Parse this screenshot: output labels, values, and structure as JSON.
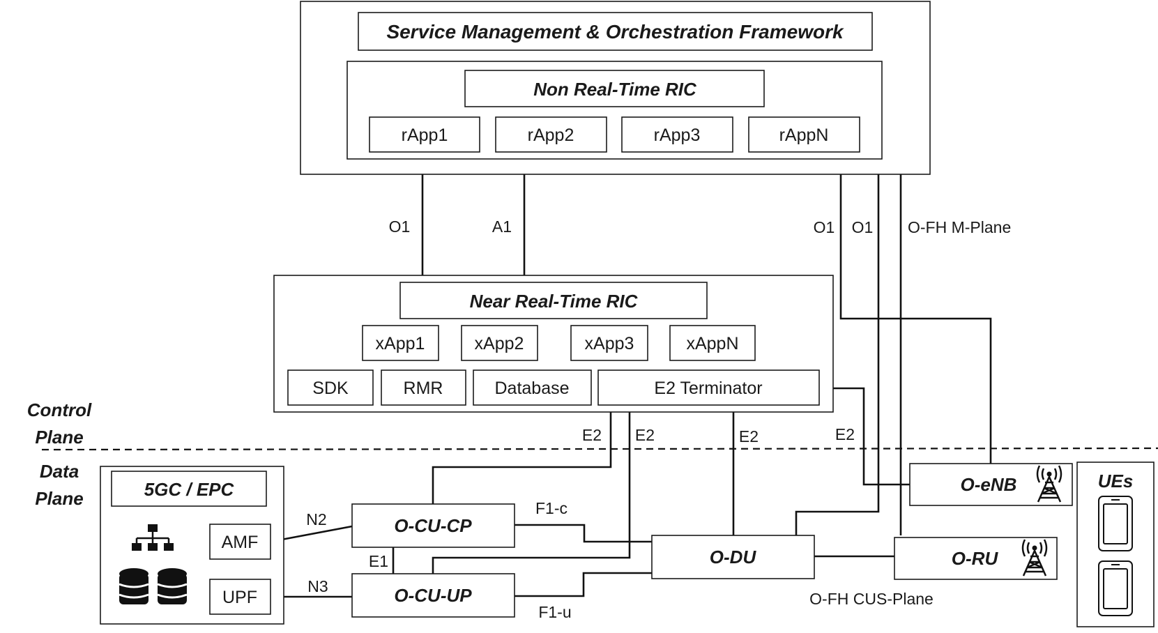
{
  "smo": {
    "title": "Service Management & Orchestration Framework"
  },
  "non_rt_ric": {
    "title": "Non Real-Time RIC",
    "rapps": [
      "rApp1",
      "rApp2",
      "rApp3",
      "rAppN"
    ]
  },
  "near_rt_ric": {
    "title": "Near Real-Time RIC",
    "xapps": [
      "xApp1",
      "xApp2",
      "xApp3",
      "xAppN"
    ],
    "platform": [
      "SDK",
      "RMR",
      "Database",
      "E2 Terminator"
    ]
  },
  "interfaces": {
    "o1_ric": "O1",
    "a1": "A1",
    "o1_enb": "O1",
    "o1_du": "O1",
    "ofh_m": "O-FH M-Plane",
    "e2_cucp": "E2",
    "e2_cuup": "E2",
    "e2_du": "E2",
    "e2_enb": "E2",
    "n2": "N2",
    "n3": "N3",
    "e1": "E1",
    "f1c": "F1-c",
    "f1u": "F1-u",
    "ofh_cus": "O-FH CUS-Plane"
  },
  "planes": {
    "control": [
      "Control",
      "Plane"
    ],
    "data": [
      "Data",
      "Plane"
    ]
  },
  "core": {
    "title": "5GC / EPC",
    "amf": "AMF",
    "upf": "UPF"
  },
  "ran": {
    "cu_cp": "O-CU-CP",
    "cu_up": "O-CU-UP",
    "du": "O-DU",
    "enb": "O-eNB",
    "ru": "O-RU"
  },
  "ues": {
    "title": "UEs"
  },
  "icons": [
    "hierarchy-icon",
    "database-icon",
    "cell-tower-icon",
    "mobile-device-icon"
  ]
}
